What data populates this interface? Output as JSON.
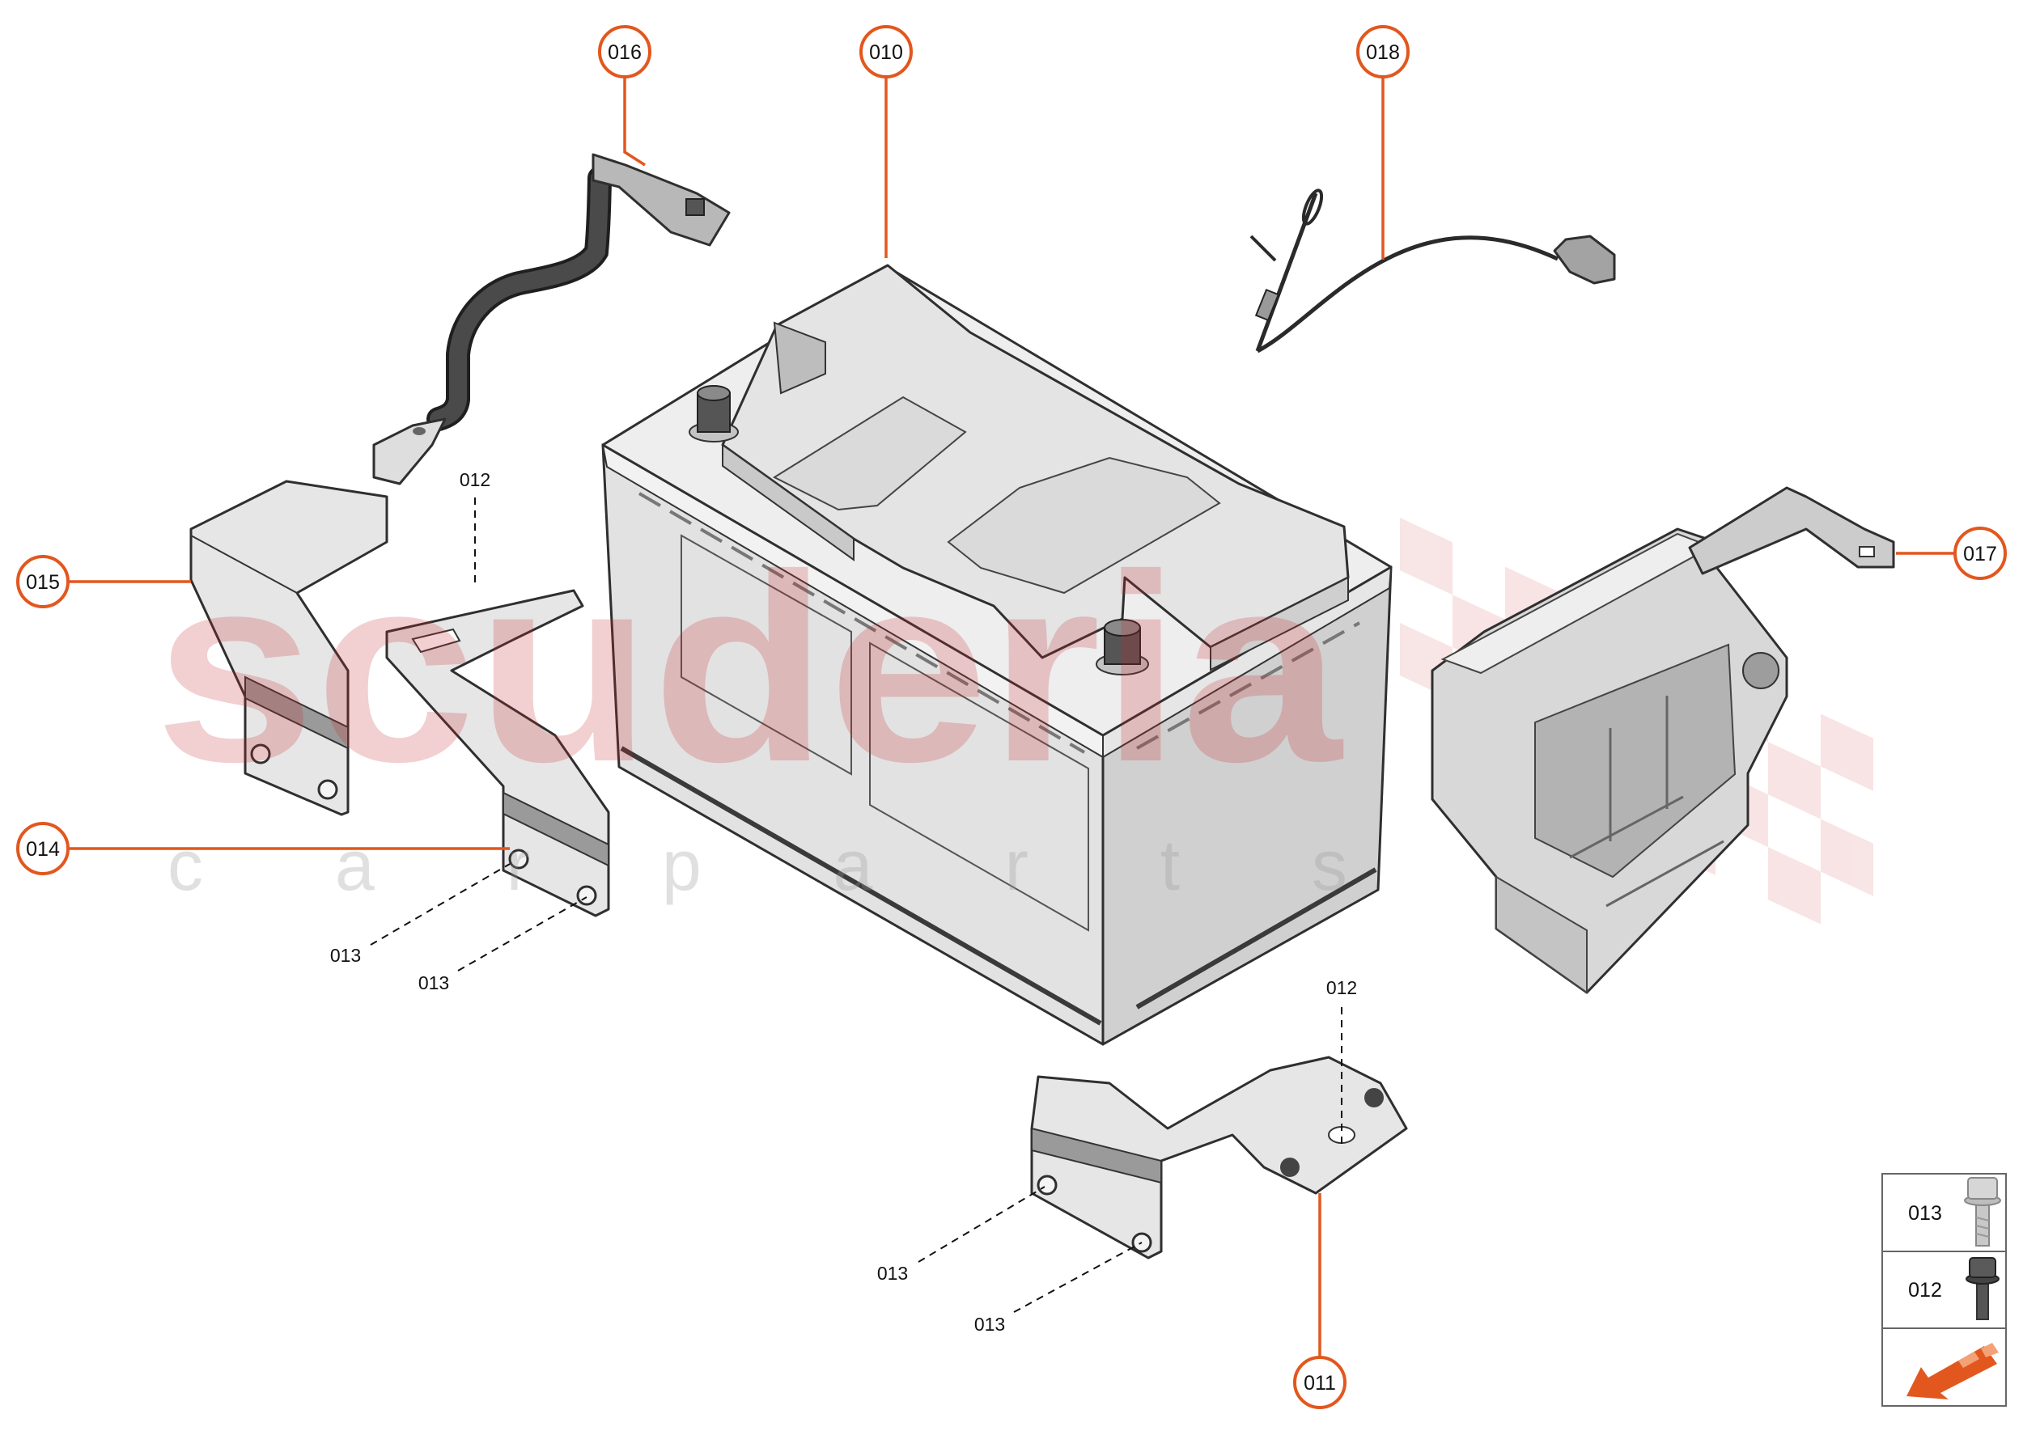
{
  "callouts": [
    {
      "label": "016"
    },
    {
      "label": "010"
    },
    {
      "label": "018"
    },
    {
      "label": "015"
    },
    {
      "label": "017"
    },
    {
      "label": "014"
    },
    {
      "label": "011"
    }
  ],
  "dashed_labels": [
    {
      "label": "012"
    },
    {
      "label": "013"
    },
    {
      "label": "013"
    },
    {
      "label": "012"
    },
    {
      "label": "013"
    },
    {
      "label": "013"
    }
  ],
  "legend": {
    "rows": [
      {
        "label": "013",
        "icon": "bolt-light-icon"
      },
      {
        "label": "012",
        "icon": "bolt-dark-icon"
      }
    ],
    "footer_icon": "orange-arrow-icon"
  },
  "watermark": {
    "brand": "scuderia",
    "tagline": "c a r p a r t s"
  },
  "colors": {
    "callout_accent": "#e2571e",
    "watermark_brand": "#c8282d",
    "watermark_tagline": "#9a9a9a",
    "part_fill": "#e6e6e6",
    "outline": "#2f2f2f"
  }
}
